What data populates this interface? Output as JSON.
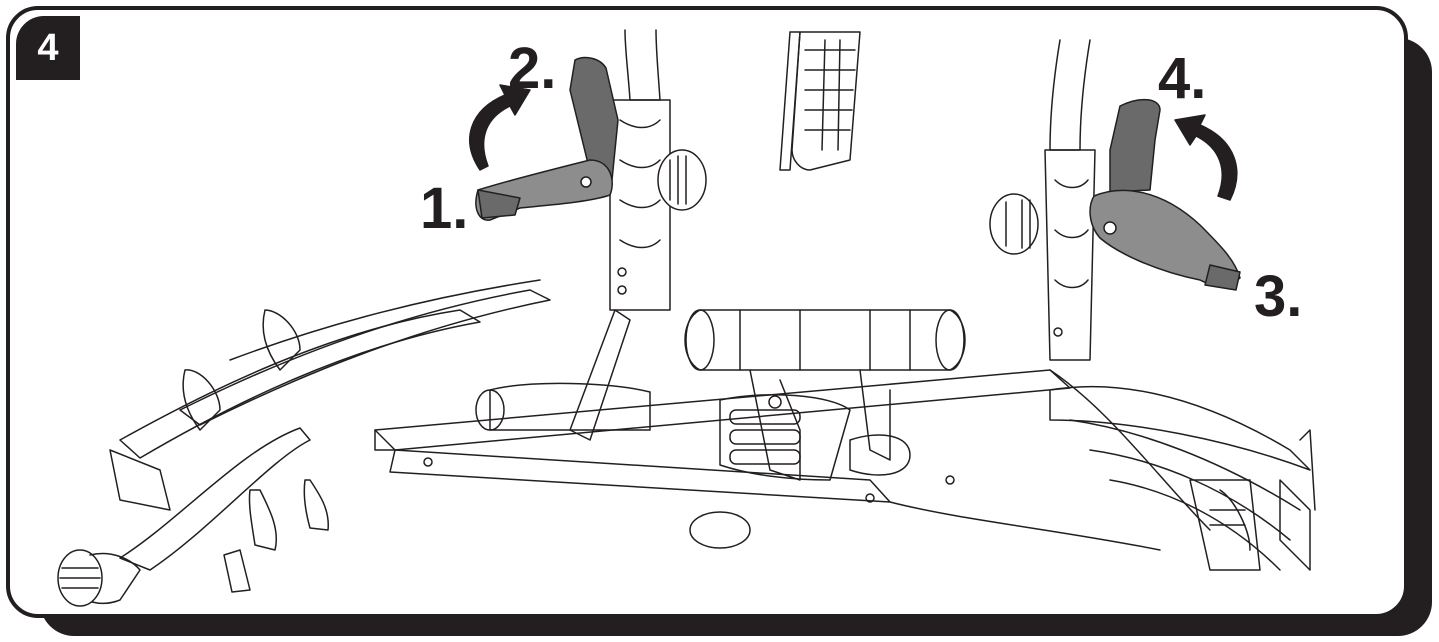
{
  "figure": {
    "step_number": "4",
    "labels": {
      "step_1": "1.",
      "step_2": "2.",
      "step_3": "3.",
      "step_4": "4."
    },
    "colors": {
      "outline": "#231f20",
      "lever_fill": "#8d8d8d",
      "lever_fill_dark": "#6a6a6a",
      "background": "#ffffff"
    }
  }
}
